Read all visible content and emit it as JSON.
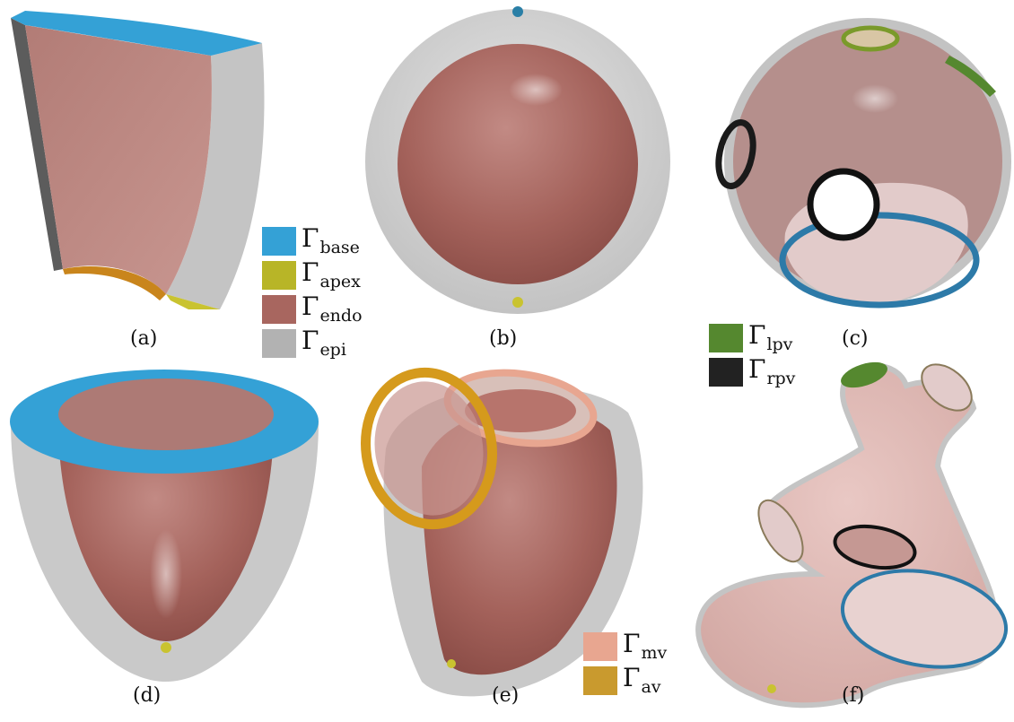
{
  "panels": {
    "a": {
      "label": "(a)"
    },
    "b": {
      "label": "(b)"
    },
    "c": {
      "label": "(c)"
    },
    "d": {
      "label": "(d)"
    },
    "e": {
      "label": "(e)"
    },
    "f": {
      "label": "(f)"
    }
  },
  "legend_ventricle": [
    {
      "symbol": "Γ",
      "sub": "base",
      "color": "#34a1d6"
    },
    {
      "symbol": "Γ",
      "sub": "apex",
      "color": "#b8b527"
    },
    {
      "symbol": "Γ",
      "sub": "endo",
      "color": "#a8665f"
    },
    {
      "symbol": "Γ",
      "sub": "epi",
      "color": "#b2b2b2"
    }
  ],
  "legend_pv": [
    {
      "symbol": "Γ",
      "sub": "lpv",
      "color": "#55882f"
    },
    {
      "symbol": "Γ",
      "sub": "rpv",
      "color": "#222222"
    }
  ],
  "legend_valves": [
    {
      "symbol": "Γ",
      "sub": "mv",
      "color": "#e8a690"
    },
    {
      "symbol": "Γ",
      "sub": "av",
      "color": "#c99a2e"
    }
  ],
  "colors": {
    "base": "#34a1d6",
    "apex": "#c9c330",
    "endo": "#a8665f",
    "epi": "#c7c7c7",
    "lpv": "#55882f",
    "rpv": "#1e1e1e",
    "mv": "#e8a690",
    "av": "#d59a1c"
  }
}
